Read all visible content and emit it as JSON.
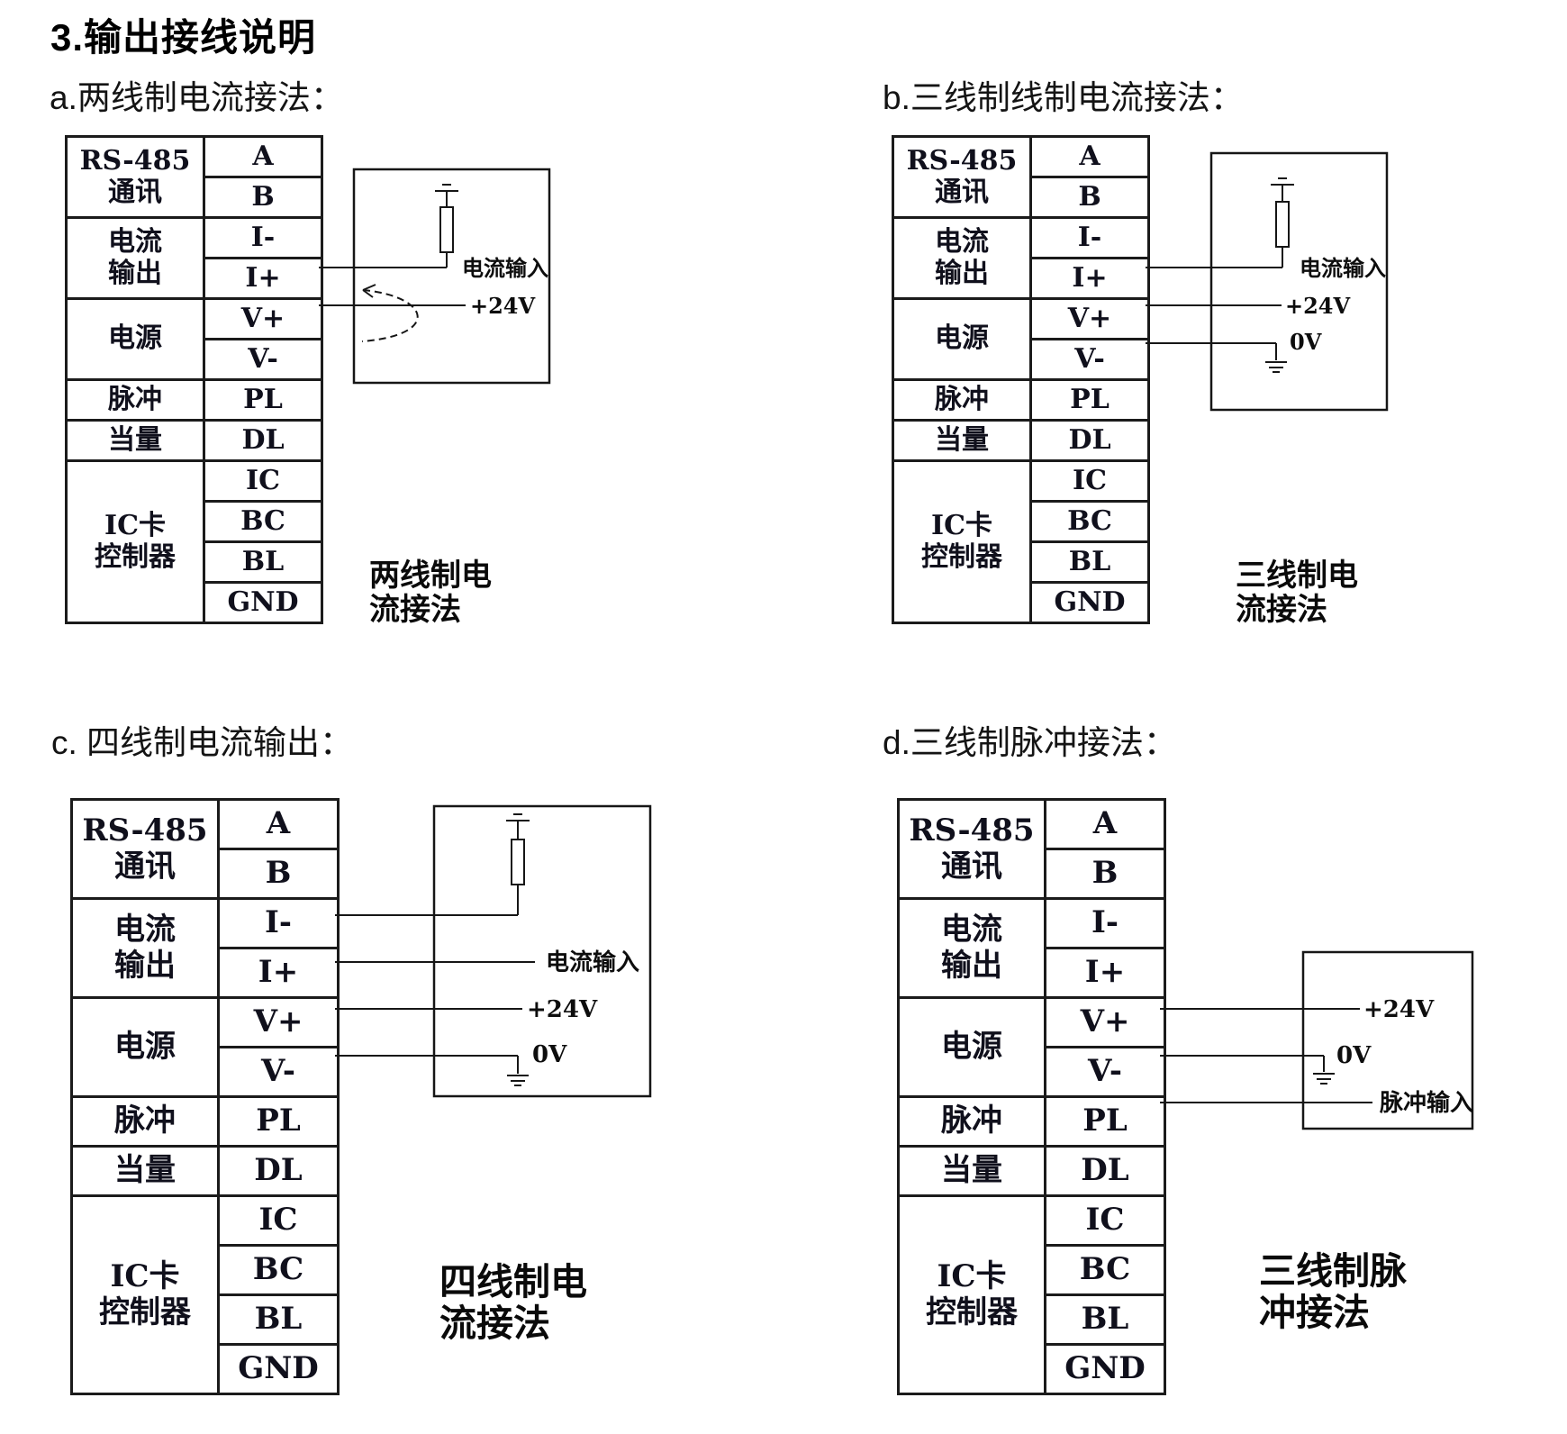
{
  "page": {
    "title": "3.输出接线说明"
  },
  "terminal_table": {
    "groups": [
      {
        "label_lines": [
          "RS-485",
          "通讯"
        ],
        "pins": [
          "A",
          "B"
        ]
      },
      {
        "label_lines": [
          "电流",
          "输出"
        ],
        "pins": [
          "I-",
          "I+"
        ]
      },
      {
        "label_lines": [
          "电源"
        ],
        "pins": [
          "V+",
          "V-"
        ]
      },
      {
        "label_lines": [
          "脉冲"
        ],
        "pins": [
          "PL"
        ]
      },
      {
        "label_lines": [
          "当量"
        ],
        "pins": [
          "DL"
        ]
      },
      {
        "label_lines": [
          "IC卡",
          "控制器"
        ],
        "pins": [
          "IC",
          "BC",
          "BL",
          "GND"
        ]
      }
    ]
  },
  "diagrams": {
    "a": {
      "heading": "a.两线制电流接法：",
      "caption_line1": "两线制电",
      "caption_line2": "流接法",
      "label_current_input": "电流输入",
      "label_24v": "+24V"
    },
    "b": {
      "heading": "b.三线制线制电流接法：",
      "caption_line1": "三线制电",
      "caption_line2": "流接法",
      "label_current_input": "电流输入",
      "label_24v": "+24V",
      "label_0v": "0V"
    },
    "c": {
      "heading": "c. 四线制电流输出：",
      "caption_line1": "四线制电",
      "caption_line2": "流接法",
      "label_current_input": "电流输入",
      "label_24v": "+24V",
      "label_0v": "0V"
    },
    "d": {
      "heading": "d.三线制脉冲接法：",
      "caption_line1": "三线制脉",
      "caption_line2": "冲接法",
      "label_24v": "+24V",
      "label_0v": "0V",
      "label_pulse_input": "脉冲输入"
    }
  }
}
